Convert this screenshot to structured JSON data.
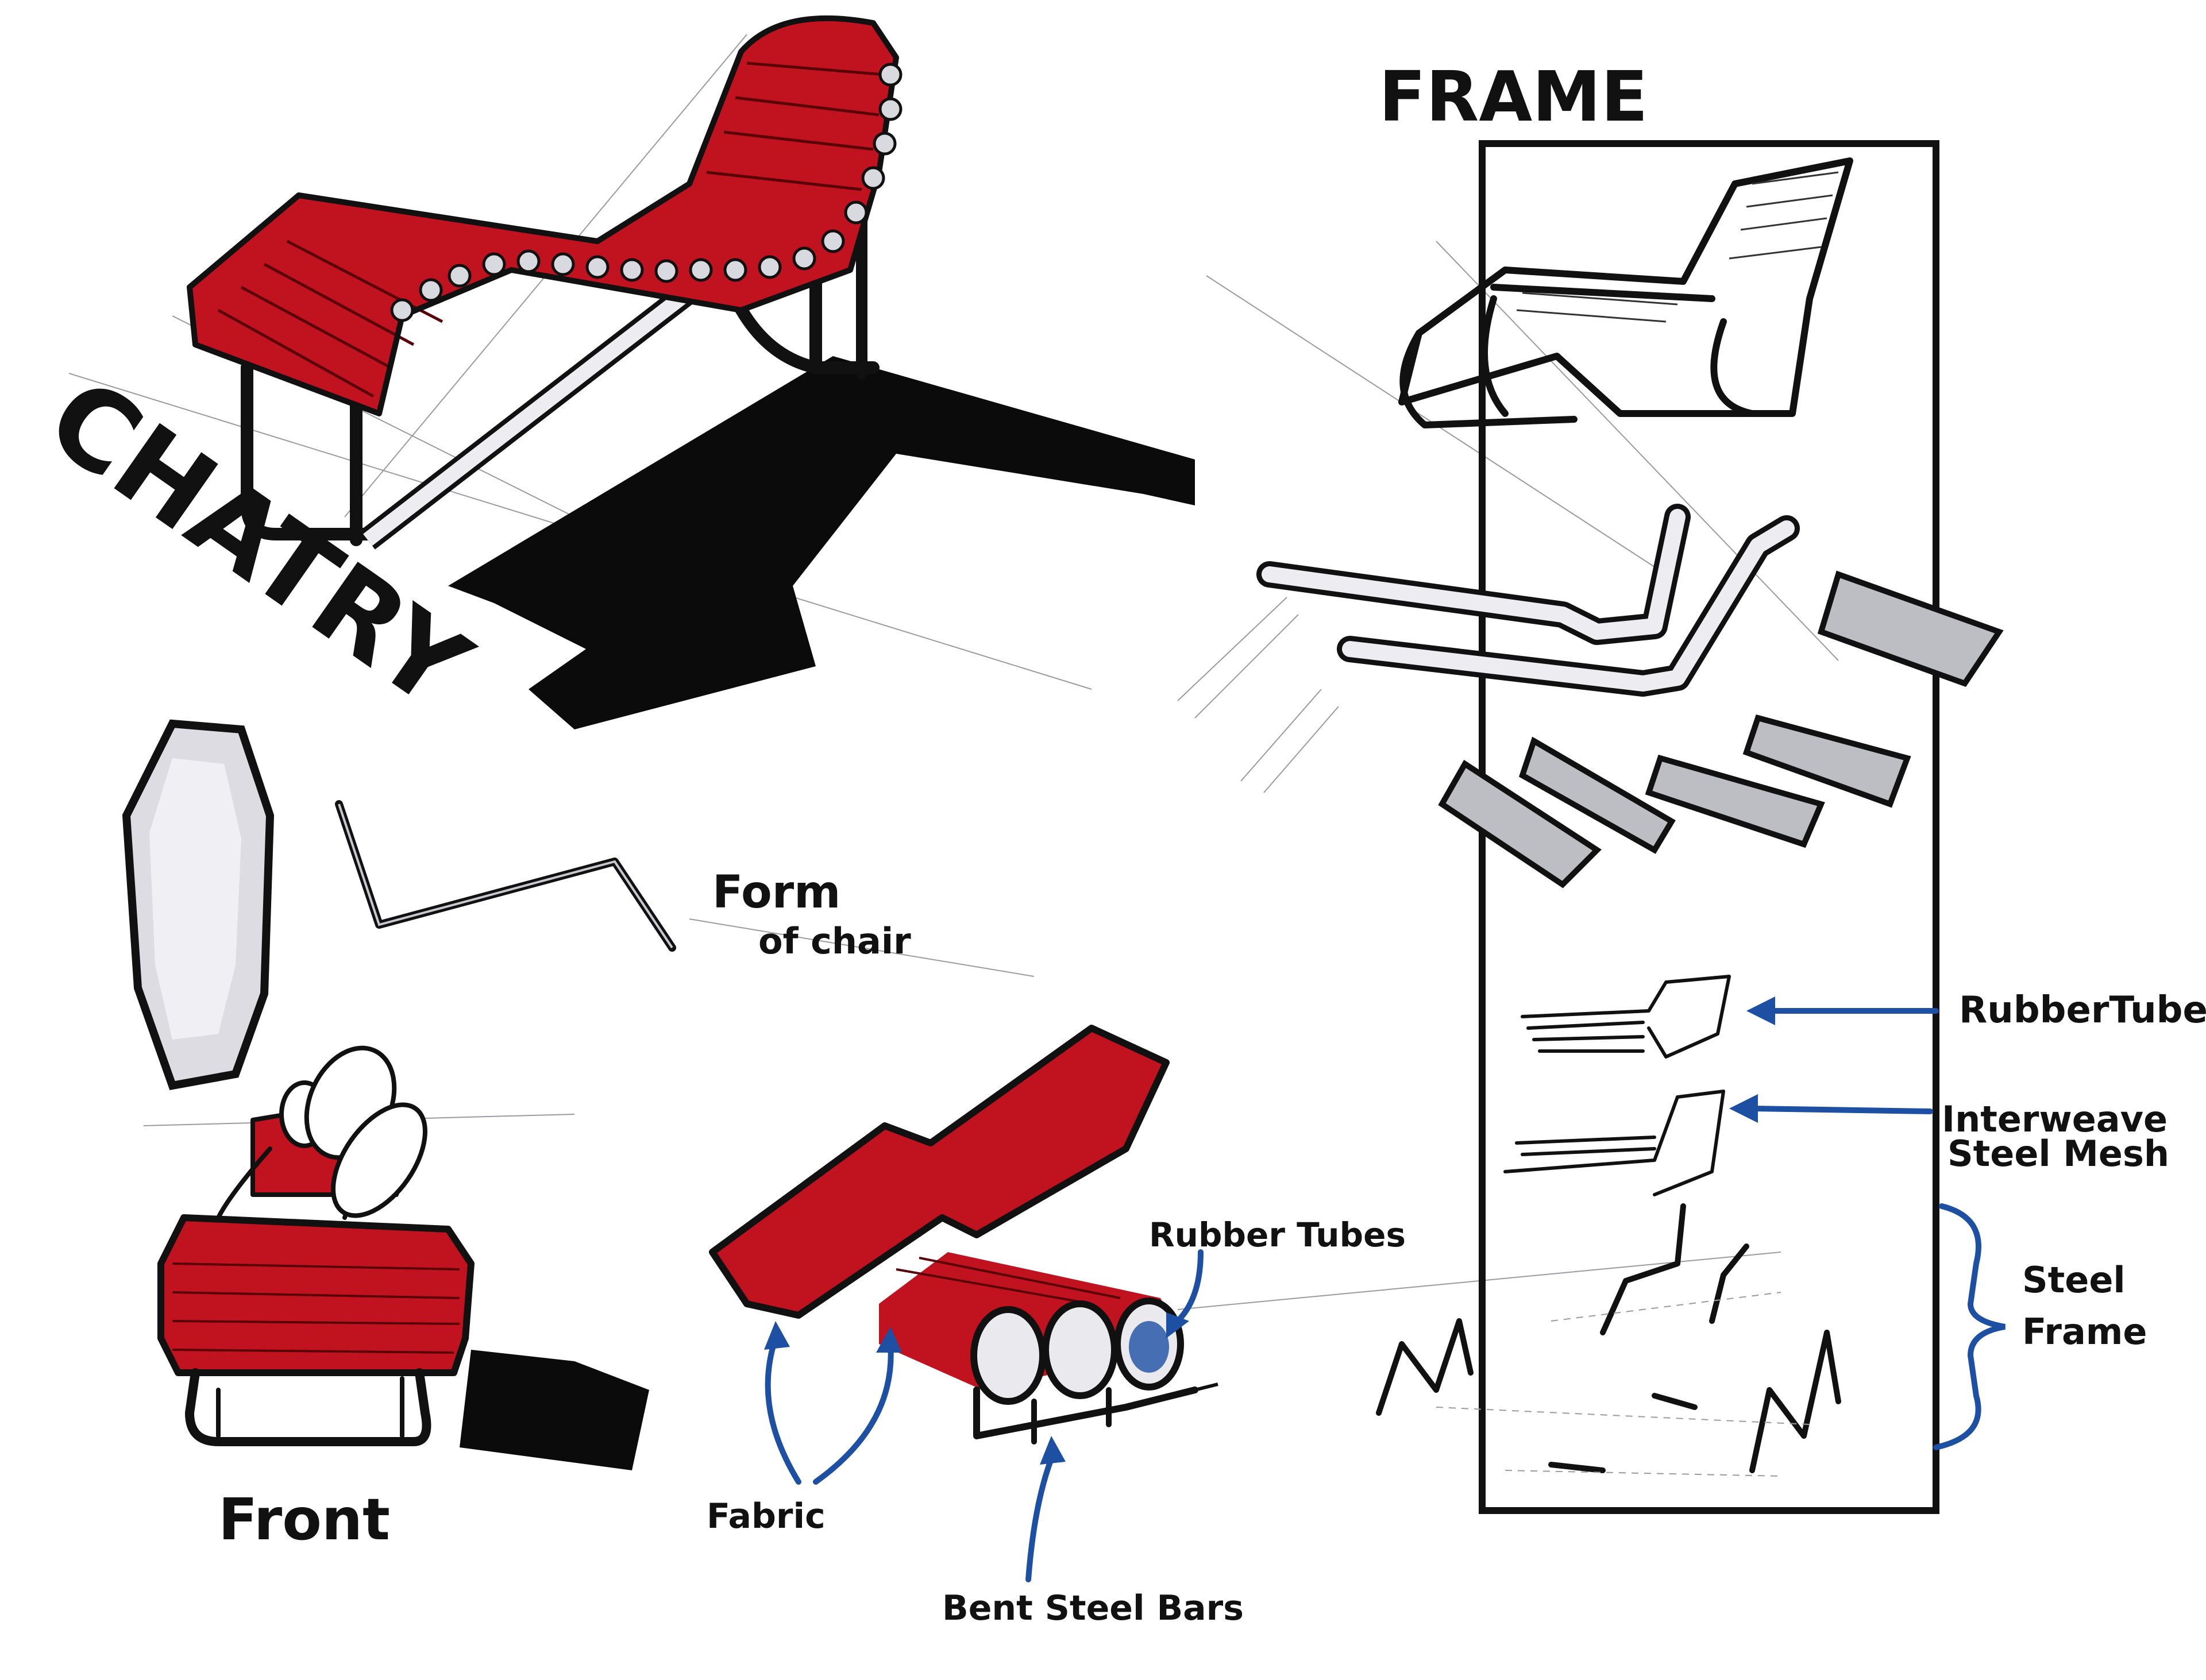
{
  "title": "CHATRY",
  "frame_section": {
    "heading": "FRAME"
  },
  "form_label": {
    "line1": "Form",
    "line2": "of chair"
  },
  "front_label": "Front",
  "annotations": {
    "rubber_tubes_left": "Rubber Tubes",
    "fabric": "Fabric",
    "bent_steel_bars": "Bent Steel Bars",
    "rubber_tubes_right": "RubberTubes",
    "interweave_line1": "Interweave",
    "interweave_line2": "Steel Mesh",
    "steel_line1": "Steel",
    "steel_line2": "Frame"
  },
  "colors": {
    "seat_red": "#c0121f",
    "ink": "#111111",
    "arrow_blue": "#1d4fa3",
    "paper": "#ffffff",
    "tube_grey": "#e9e9ee"
  }
}
